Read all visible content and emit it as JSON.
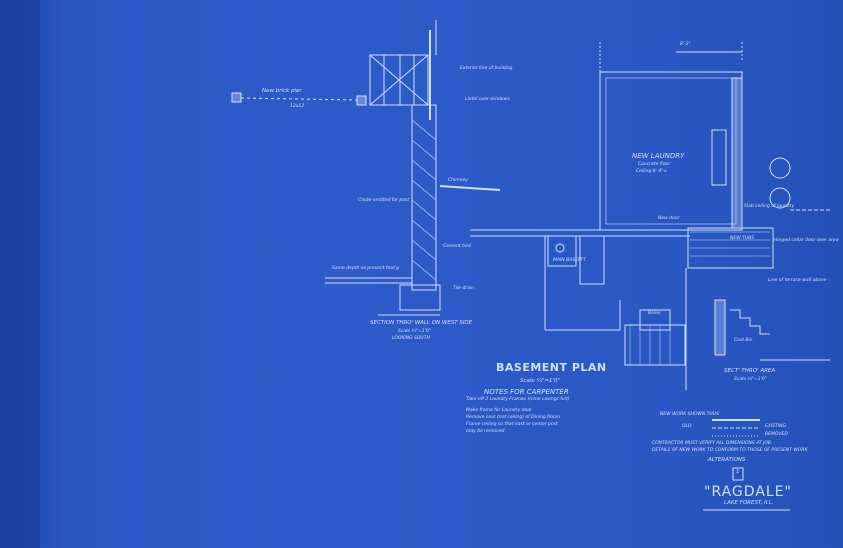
{
  "sheet": {
    "title": "BASEMENT PLAN",
    "title_scale": "Scale ¼\"=1'0\"",
    "notes_heading": "NOTES FOR CARPENTER",
    "notes_line1": "Take off 3 Laundry Frames (mine casings fuit)",
    "notes_line2": "Make frame for Laundry door",
    "notes_line3": "Remove seat (not ceiling) of Dining Room",
    "notes_line4": "Frame ceiling so that east or center post",
    "notes_line5": "may be removed",
    "section_title": "SECTION THRO' WALL ON WEST SIDE",
    "section_scale": "Scale ¾\"=1'0\"",
    "section_facing": "LOOKING SOUTH",
    "area_title": "SECT' THRO' AREA",
    "area_scale": "Scale ¼\"=1'0\"",
    "legend_title": "NEW WORK SHOWN THUS",
    "legend_old": "OLD",
    "legend_existing": "EXISTING",
    "legend_removed": "REMOVED",
    "legend_note1": "CONTRACTOR MUST VERIFY ALL DIMENSIONS AT JOB",
    "legend_note2": "DETAILS OF NEW WORK TO CONFORM TO THOSE OF PRESENT WORK",
    "alterations": "ALTERATIONS",
    "sheet_number": "1",
    "project": "\"RAGDALE\"",
    "location": "LAKE FOREST, ILL."
  },
  "annotations": {
    "new_brick_pier": "New brick pier",
    "pier_size": "12x12",
    "new_laundry": "NEW LAUNDRY",
    "laundry_floor": "Concrete floor",
    "laundry_ceiling": "Ceiling 8' 4\"±",
    "main_basem": "MAIN BASEM'T",
    "new_tubs": "NEW TUBS",
    "boiler": "Boiler",
    "coal_bin": "Coal Bin",
    "drain": "Tile drain",
    "cement_bed": "Cement bed",
    "footing_note": "Same depth as present foot'g",
    "line_of_bldg": "Exterior line of building",
    "lintel_note": "Lintel over windows",
    "chute": "Chute omitted for post",
    "chimney": "Chimney",
    "new_door": "New door",
    "hinged_cellar": "Hinged cellar door over area",
    "line_of_terrace": "Line of terrace wall above",
    "slab_note": "Slab ceiling of laundry",
    "dim_top": "8'-2\""
  },
  "colors": {
    "paper": "#2a57c4",
    "ink": "#e6eeff"
  }
}
